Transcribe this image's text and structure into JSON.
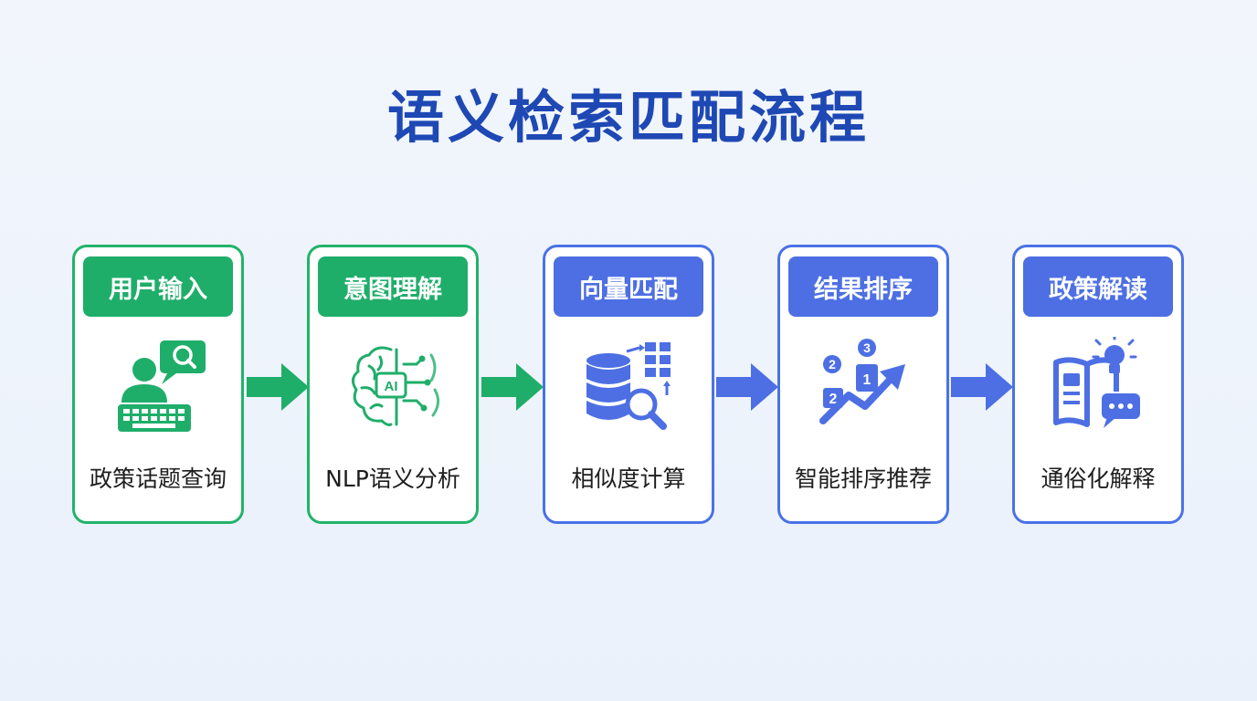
{
  "title": "语义检索匹配流程",
  "colors": {
    "title": "#1e48b4",
    "green": "#1fae6a",
    "blue": "#4d6fe3"
  },
  "steps": [
    {
      "label": "用户输入",
      "description": "政策话题查询",
      "icon": "user-query-icon",
      "color": "green"
    },
    {
      "label": "意图理解",
      "description": "NLP语义分析",
      "icon": "ai-brain-icon",
      "color": "green"
    },
    {
      "label": "向量匹配",
      "description": "相似度计算",
      "icon": "vector-database-search-icon",
      "color": "blue"
    },
    {
      "label": "结果排序",
      "description": "智能排序推荐",
      "icon": "ranking-chart-icon",
      "color": "blue"
    },
    {
      "label": "政策解读",
      "description": "通俗化解释",
      "icon": "book-lightbulb-icon",
      "color": "blue"
    }
  ],
  "icon_text": {
    "ai_chip": "AI",
    "rank_1": "1",
    "rank_2": "2",
    "rank_3": "3"
  }
}
